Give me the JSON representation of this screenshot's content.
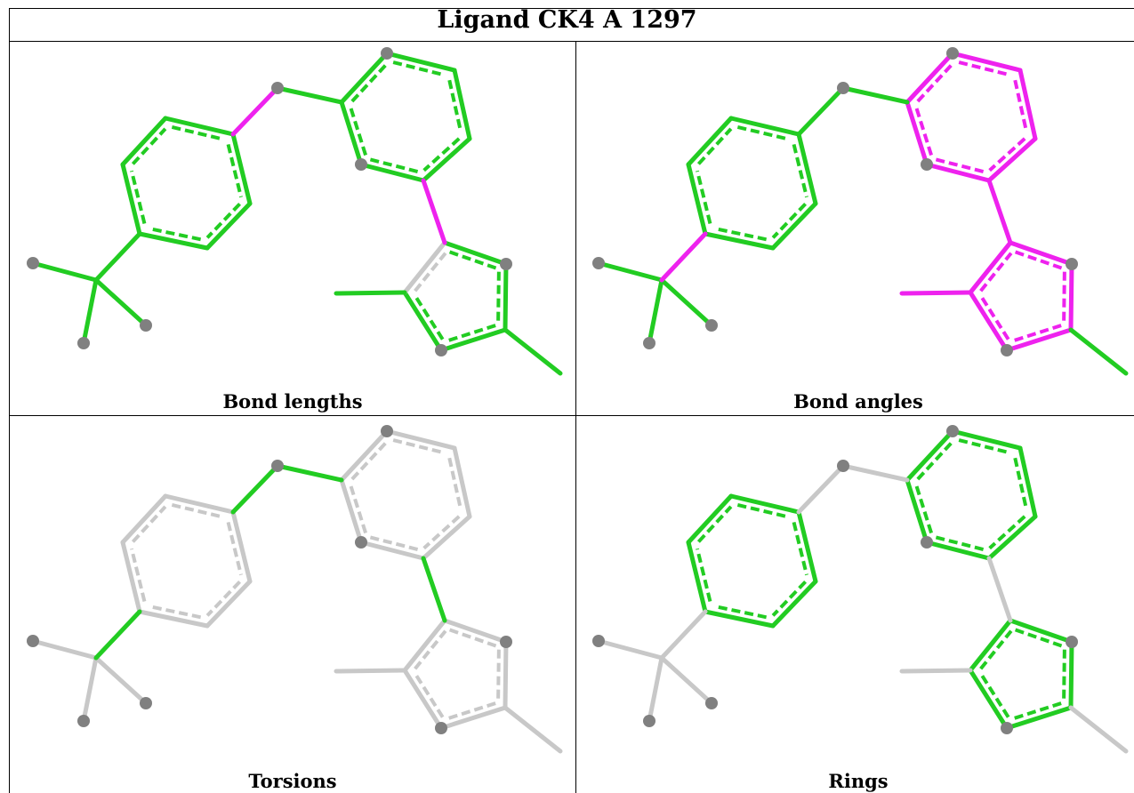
{
  "title": "Ligand CK4 A 1297",
  "panels": [
    {
      "caption": "Bond lengths"
    },
    {
      "caption": "Bond angles"
    },
    {
      "caption": "Torsions"
    },
    {
      "caption": "Rings"
    }
  ],
  "colors": {
    "green": "#22cc22",
    "magenta": "#ee22ee",
    "grey": "#c8c8c8",
    "atom": "#808080"
  },
  "highlights": {
    "bond_lengths": [
      "O-C_a",
      "C_b-C_c"
    ],
    "bond_angles": [
      "ring_B",
      "ring_C",
      "C_b-C_c",
      "C_methyl-C_ringC",
      "C_a4-C_tBu"
    ],
    "torsions": [
      "O-C_a",
      "O-C_b",
      "C_b-C_c",
      "C_a4-C_tBu"
    ],
    "rings": [
      "ring_A",
      "ring_B",
      "ring_C"
    ]
  }
}
